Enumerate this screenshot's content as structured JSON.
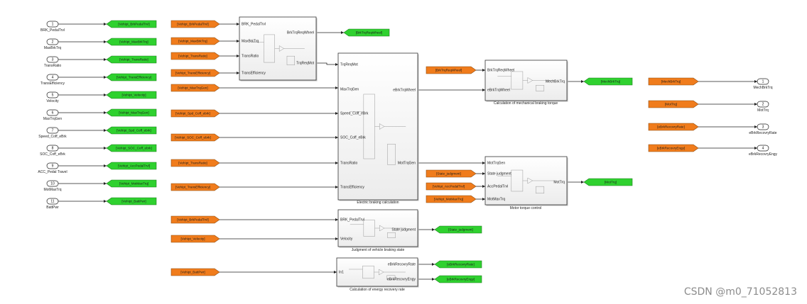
{
  "inports": [
    {
      "num": "1",
      "name": "BRK_PedalTrvl",
      "tag": "[VehIpt_BrkPedalTrvl]"
    },
    {
      "num": "2",
      "name": "MaxBrkTrq",
      "tag": "[VehIpt_MaxBrkTrq]"
    },
    {
      "num": "3",
      "name": "TransRatio",
      "tag": "[VehIpt_TransRatio]"
    },
    {
      "num": "4",
      "name": "TransEfficiency",
      "tag": "[VehIpt_TransEfficiency]"
    },
    {
      "num": "5",
      "name": "Velocity",
      "tag": "[VehIpt_Velocity]"
    },
    {
      "num": "6",
      "name": "MaxTrqGen",
      "tag": "[VehIpt_MaxTrqGen]"
    },
    {
      "num": "7",
      "name": "Speed_Coff_eBrk",
      "tag": "[VehIpt_Spd_Coff_ebrk]"
    },
    {
      "num": "8",
      "name": "SOC_Coff_eBrk",
      "tag": "[VehIpt_SOC_Coff_ebrk]"
    },
    {
      "num": "9",
      "name": "ACC_Pedal Travel",
      "tag": "[VehIpt_AccPedalTrvl]"
    },
    {
      "num": "10",
      "name": "MotMaxTrq",
      "tag": "[VehIpt_MotMaxTrq]"
    },
    {
      "num": "11",
      "name": "BattPwr",
      "tag": "[VehIpt_BattPwr]"
    }
  ],
  "froms_col2": [
    "[VehIpt_BrkPedalTrvl]",
    "[VehIpt_MaxBrkTrq]",
    "[VehIpt_TransRatio]",
    "[VehIpt_TransEfficiency]",
    "[VehIpt_MaxTrqGen]",
    "[VehIpt_Spd_Coff_ebrk]",
    "[VehIpt_SOC_Coff_ebrk]",
    "[VehIpt_TransRatio]",
    "[VehIpt_TransEfficiency]",
    "[VehIpt_BrkPedalTrvl]",
    "[VehIpt_Velocity]",
    "[VehIpt_BattPwr]"
  ],
  "blocks": {
    "brake_req": {
      "inputs": [
        "BRK_PedalTrvl",
        "MaxBrkTrq",
        "TransRatio",
        "TransEfficiency"
      ],
      "outputs": [
        "BrkTrqReqWheel",
        "TrqReqMot"
      ],
      "goto": "[BrkTrqReqWheel]"
    },
    "electric": {
      "caption": "Electric braking calculation",
      "inputs": [
        "TrqReqMot",
        "MaxTrqGen",
        "Speed_Coff_eBrk",
        "SOC_Coff_eBrk",
        "TransRatio",
        "TransEfficiency"
      ],
      "outputs": [
        "eBrkTrqWheel",
        "MotTrqGen"
      ]
    },
    "mech": {
      "caption": "Calculation of mechanical braking torque",
      "inputs": [
        "BrkTrqReqWheel",
        "eBrkTrqWheel"
      ],
      "output": "MechBrkTrq",
      "from": "[BrkTrqReqWheel]",
      "goto": "[MechBrkTrq]"
    },
    "motor": {
      "caption": "Motor torque control",
      "inputs": [
        "MotTrqGen",
        "State judgment",
        "AccPedalTrvl",
        "MotMaxTrq"
      ],
      "output": "MotTrq",
      "froms": [
        "[State_judgment]",
        "[VehIpt_AccPedalTrvl]",
        "[VehIpt_MotMaxTrq]"
      ],
      "goto": "[MotTrq]"
    },
    "judge": {
      "caption": "Judgment of vehicle braking state",
      "inputs": [
        "BRK_PedalTrvl",
        "Velocity"
      ],
      "output": "State judgment",
      "goto": "[State_judgment]"
    },
    "energy": {
      "caption": "Calculation of energy recovery rate",
      "input": "In1",
      "outputs": [
        "eBrkRecovryRate",
        "eBrkRecovryEngy"
      ],
      "gotos": [
        "[eBrkRecovryRate]",
        "[eBrkRecovryEngy]"
      ]
    }
  },
  "outports": [
    {
      "num": "1",
      "name": "MechBrkTrq",
      "tag": "[MechBrkTrq]"
    },
    {
      "num": "2",
      "name": "MotTrq",
      "tag": "[MotTrq]"
    },
    {
      "num": "3",
      "name": "eBrkRecovryRate",
      "tag": "[eBrkRecovryRate]"
    },
    {
      "num": "4",
      "name": "eBrkRecovryEngy",
      "tag": "[eBrkRecovryEngy]"
    }
  ],
  "watermark": "CSDN @m0_71052813",
  "colors": {
    "goto_fill": "#2fd12f",
    "from_fill": "#f07c1c",
    "line": "#222222",
    "block_fill": "#f7f7f7"
  }
}
